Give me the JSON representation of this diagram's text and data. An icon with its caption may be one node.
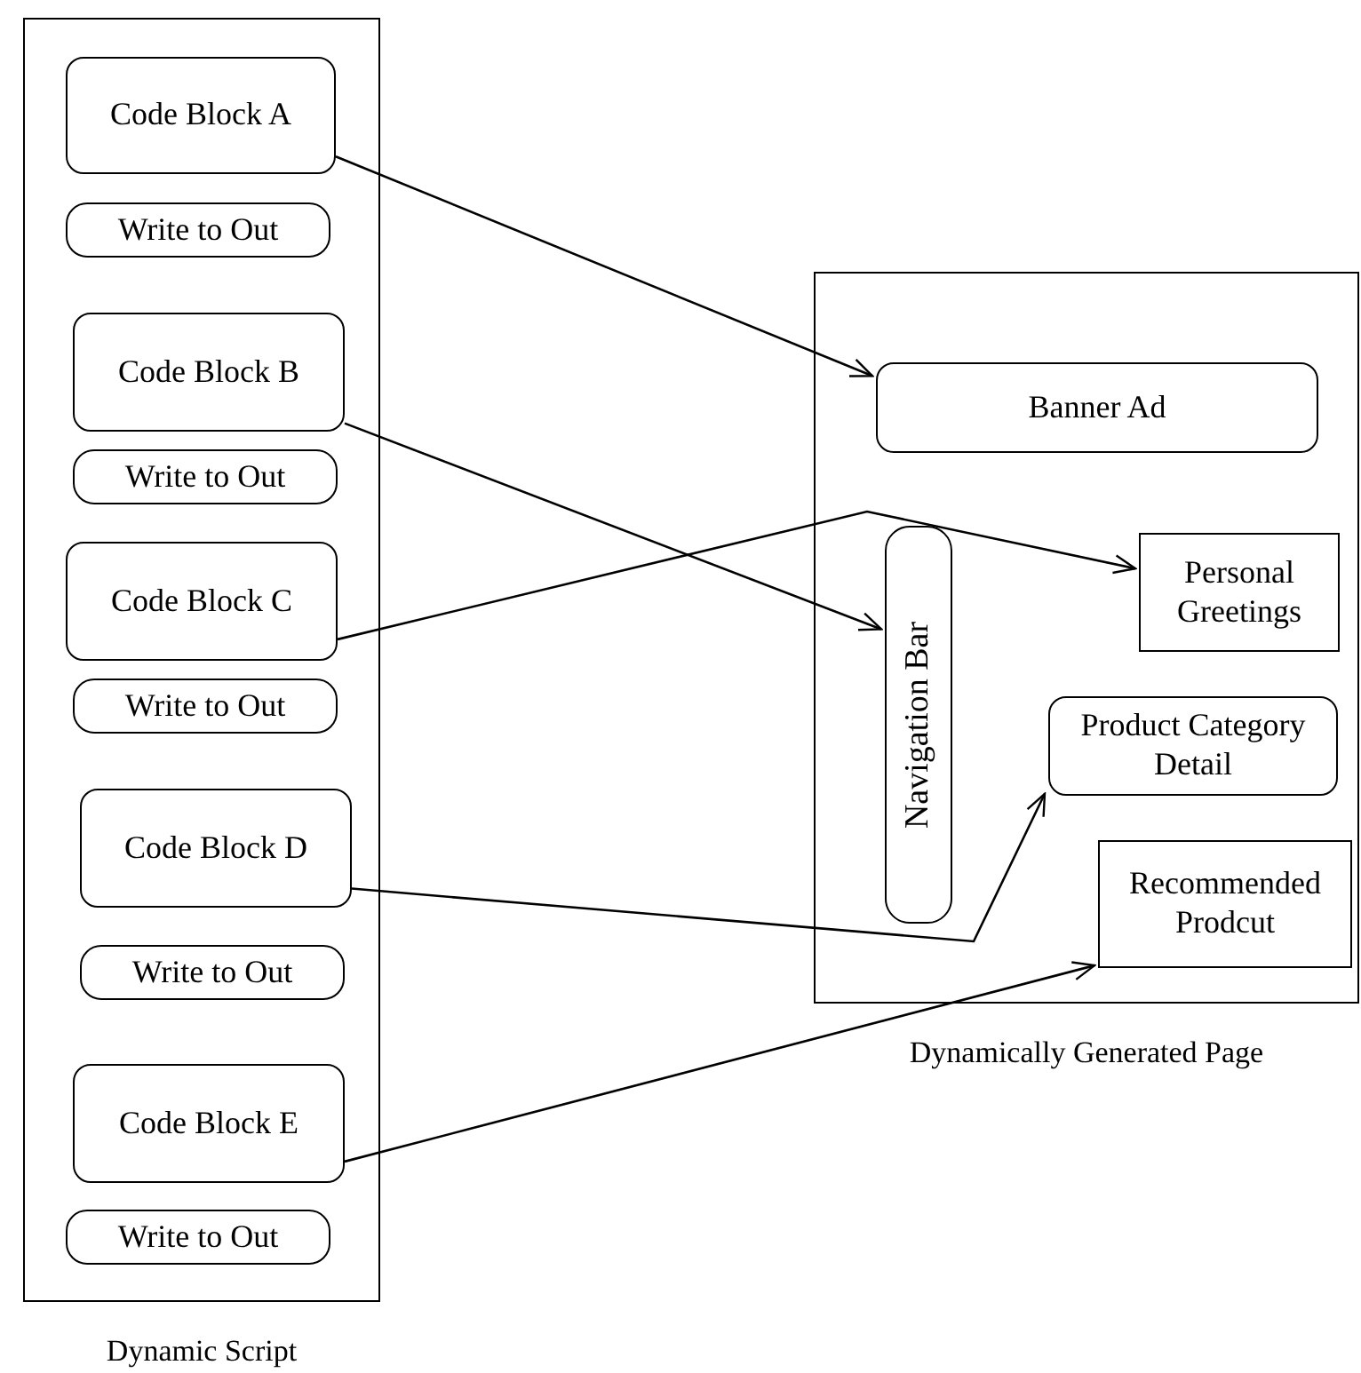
{
  "diagram": {
    "nodes": [
      {
        "text": [
          "Dynamic Script"
        ]
      },
      {
        "text": [
          "Code Block  A"
        ],
        "in": 0
      },
      {
        "text": [
          "Write to Out"
        ],
        "in": 0
      },
      {
        "text": [
          "Code Block  B"
        ],
        "in": 0
      },
      {
        "text": [
          "Write to Out"
        ],
        "in": 0
      },
      {
        "text": [
          "Code Block C"
        ],
        "in": 0
      },
      {
        "text": [
          "Write to Out"
        ],
        "in": 0
      },
      {
        "text": [
          "Code Block D"
        ],
        "in": 0
      },
      {
        "text": [
          "Write to Out"
        ],
        "in": 0
      },
      {
        "text": [
          "Code Block  E"
        ],
        "in": 0
      },
      {
        "text": [
          "Write to Out"
        ],
        "in": 0
      },
      {
        "text": [
          "Dynamically Generated Page"
        ]
      },
      {
        "text": [
          "Banner Ad"
        ],
        "in": 11
      },
      {
        "text": [
          "Navigation Bar"
        ],
        "in": 11
      },
      {
        "text": [
          "Personal Greetings"
        ],
        "in": 11
      },
      {
        "text": [
          "Product Category Detail"
        ],
        "in": 11
      },
      {
        "text": [
          "Recommended Prodcut"
        ],
        "in": 11
      }
    ],
    "edges": [
      {
        "from": 1,
        "to": 12,
        "arrow": "to"
      },
      {
        "from": 3,
        "to": 13,
        "arrow": "to"
      },
      {
        "from": 5,
        "to": 14,
        "arrow": "to"
      },
      {
        "from": 7,
        "to": 15,
        "arrow": "to"
      },
      {
        "from": 9,
        "to": 16,
        "arrow": "to"
      }
    ]
  }
}
